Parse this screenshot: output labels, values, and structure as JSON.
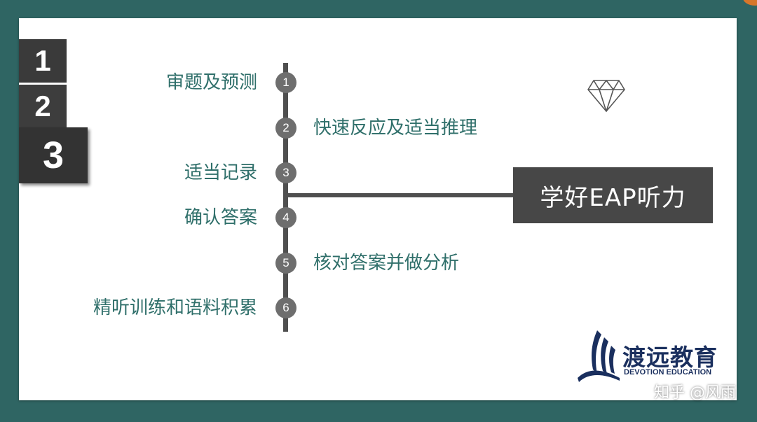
{
  "slide": {
    "number_blocks": [
      "1",
      "2",
      "3"
    ],
    "title": "学好EAP听力",
    "steps": [
      {
        "num": "1",
        "label": "审题及预测",
        "side": "left"
      },
      {
        "num": "2",
        "label": "快速反应及适当推理",
        "side": "right"
      },
      {
        "num": "3",
        "label": "适当记录",
        "side": "left"
      },
      {
        "num": "4",
        "label": "确认答案",
        "side": "left"
      },
      {
        "num": "5",
        "label": "核对答案并做分析",
        "side": "right"
      },
      {
        "num": "6",
        "label": "精听训练和语料积累",
        "side": "left"
      }
    ],
    "logo": {
      "cn": "渡远教育",
      "en": "DEVOTION EDUCATION"
    },
    "watermark": "知乎 @风雨"
  },
  "colors": {
    "background": "#2f6563",
    "step_text": "#2f6f6a",
    "title_box": "#474747",
    "logo": "#1a2f5e"
  },
  "icons": [
    "diamond-icon",
    "book-logo-icon"
  ]
}
